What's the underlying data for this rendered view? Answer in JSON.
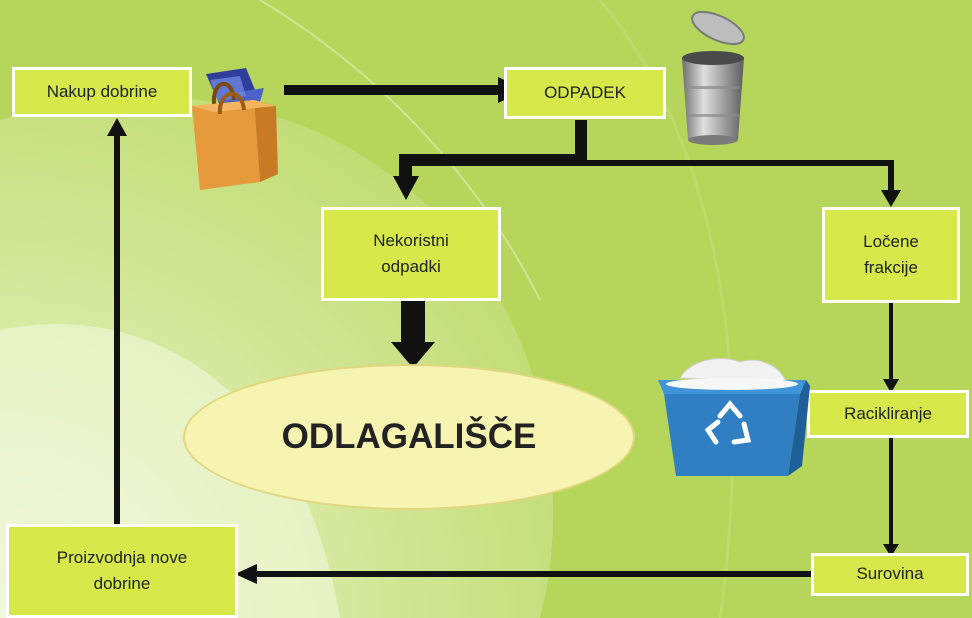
{
  "diagram": {
    "nodes": {
      "purchase": "Nakup dobrine",
      "waste": "ODPADEK",
      "useless_waste": "Nekoristni\nodpadki",
      "separated": "Ločene\nfrakcije",
      "recycling": "Racikliranje",
      "raw_material": "Surovina",
      "production": "Proizvodnja nove\ndobrine",
      "landfill": "ODLAGALIŠČE"
    },
    "icons": [
      "shopping-bag-icon",
      "trash-can-icon",
      "recycling-bin-icon"
    ],
    "colors": {
      "background_main": "#b5d65a",
      "background_light": "#e9f3bf",
      "box_fill": "#d7e84a",
      "box_border": "#ffffff",
      "landfill_fill": "#f7f3b0",
      "arrow": "#111111",
      "recycle_bin": "#2f7fc2"
    },
    "edges": [
      [
        "purchase",
        "waste"
      ],
      [
        "waste",
        "useless_waste"
      ],
      [
        "waste",
        "separated"
      ],
      [
        "useless_waste",
        "landfill"
      ],
      [
        "separated",
        "recycling"
      ],
      [
        "recycling",
        "raw_material"
      ],
      [
        "raw_material",
        "production"
      ],
      [
        "production",
        "purchase"
      ]
    ]
  }
}
